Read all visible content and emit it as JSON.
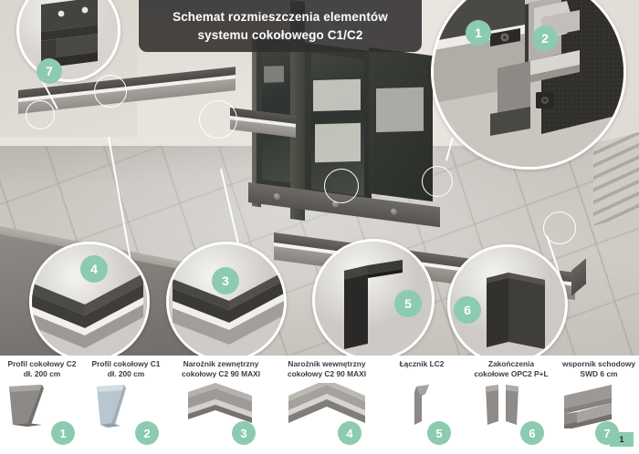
{
  "title": {
    "line1": "Schemat rozmieszczenia elementów",
    "line2": "systemu cokołowego C1/C2",
    "full": "Schemat rozmieszczenia elementów systemu cokołowego C1/C2"
  },
  "colors": {
    "badge_green": "#8CCBAF",
    "banner_dark": "#302D2C",
    "footer_bg": "#FFFFFF",
    "label_text": "#3D3D3D"
  },
  "scene": {
    "detail_circles": [
      {
        "id": "detail-1-2",
        "badges": [
          "1",
          "2"
        ],
        "description": "profil cokolowy z lacznikiem - detal montazu"
      },
      {
        "id": "detail-7",
        "badges": [
          "7"
        ],
        "description": "wspornik schodowy SWD"
      },
      {
        "id": "detail-4",
        "badges": [
          "4"
        ],
        "description": "naroznik wewnetrzny"
      },
      {
        "id": "detail-3",
        "badges": [
          "3"
        ],
        "description": "naroznik zewnetrzny"
      },
      {
        "id": "detail-5",
        "badges": [
          "5"
        ],
        "description": "lacznik LC2"
      },
      {
        "id": "detail-6",
        "badges": [
          "6"
        ],
        "description": "zakonczenia cokolowe OPC2"
      }
    ]
  },
  "legend": {
    "items": [
      {
        "num": "1",
        "label_line1": "Profil cokołowy C2",
        "label_line2": "dł. 200 cm"
      },
      {
        "num": "2",
        "label_line1": "Profil cokołowy C1",
        "label_line2": "dł. 200 cm"
      },
      {
        "num": "3",
        "label_line1": "Narożnik zewnętrzny",
        "label_line2": "cokołowy C2 90 MAXI"
      },
      {
        "num": "4",
        "label_line1": "Narożnik wewnętrzny",
        "label_line2": "cokołowy C2 90 MAXI"
      },
      {
        "num": "5",
        "label_line1": "Łącznik LC2",
        "label_line2": ""
      },
      {
        "num": "6",
        "label_line1": "Zakończenia",
        "label_line2": "cokołowe OPC2 P+L"
      },
      {
        "num": "7",
        "label_line1": "wspornik schodowy",
        "label_line2": "SWD 6 cm"
      }
    ]
  },
  "page_number": "1"
}
